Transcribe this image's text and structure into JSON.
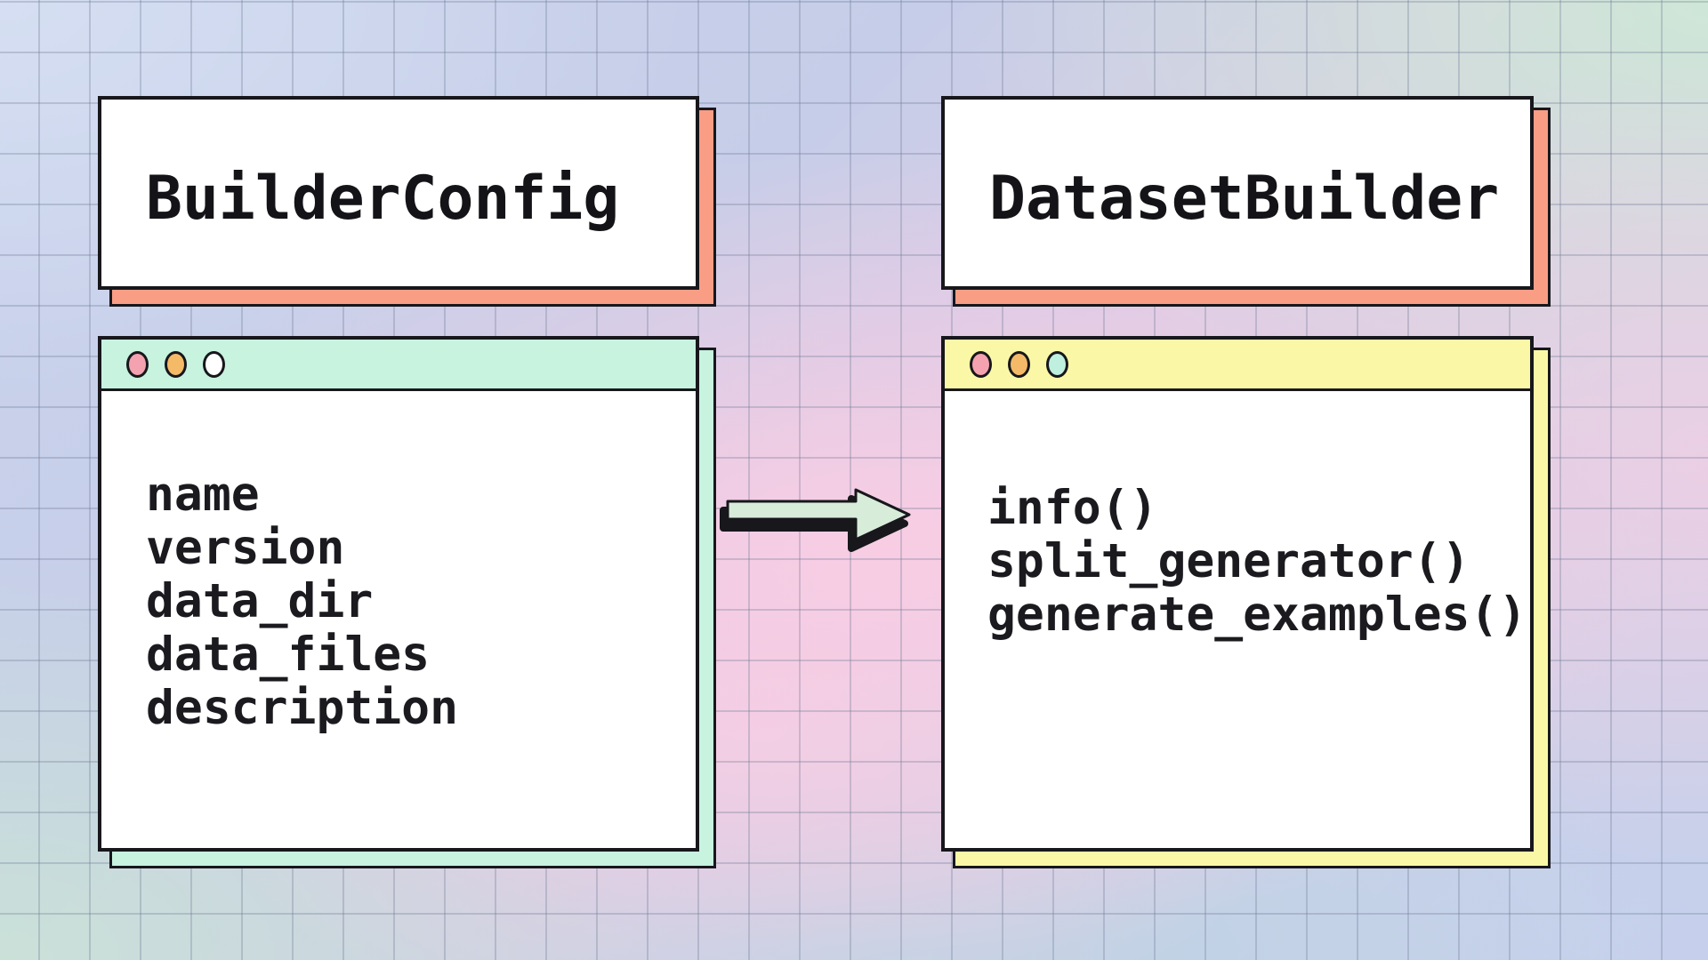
{
  "diagram": {
    "title_cards": {
      "left": {
        "title": "BuilderConfig"
      },
      "right": {
        "title": "DatasetBuilder"
      }
    },
    "windows": {
      "left": {
        "items": {
          "0": "name",
          "1": "version",
          "2": "data_dir",
          "3": "data_files",
          "4": "description"
        }
      },
      "right": {
        "items": {
          "0": "info()",
          "1": "split_generator()",
          "2": "generate_examples()"
        }
      }
    },
    "arrow": {
      "direction": "right"
    },
    "colors": {
      "outline": "#17171c",
      "card_shadow_salmon": "#f99d85",
      "window_mint": "#c7f3df",
      "window_yellow": "#faf8a6",
      "dot_pink": "#f4a2b0",
      "dot_orange": "#f4ba68",
      "dot_white": "#ffffff",
      "dot_cyan": "#bfefde",
      "arrow_fill": "#d8ecda"
    }
  }
}
